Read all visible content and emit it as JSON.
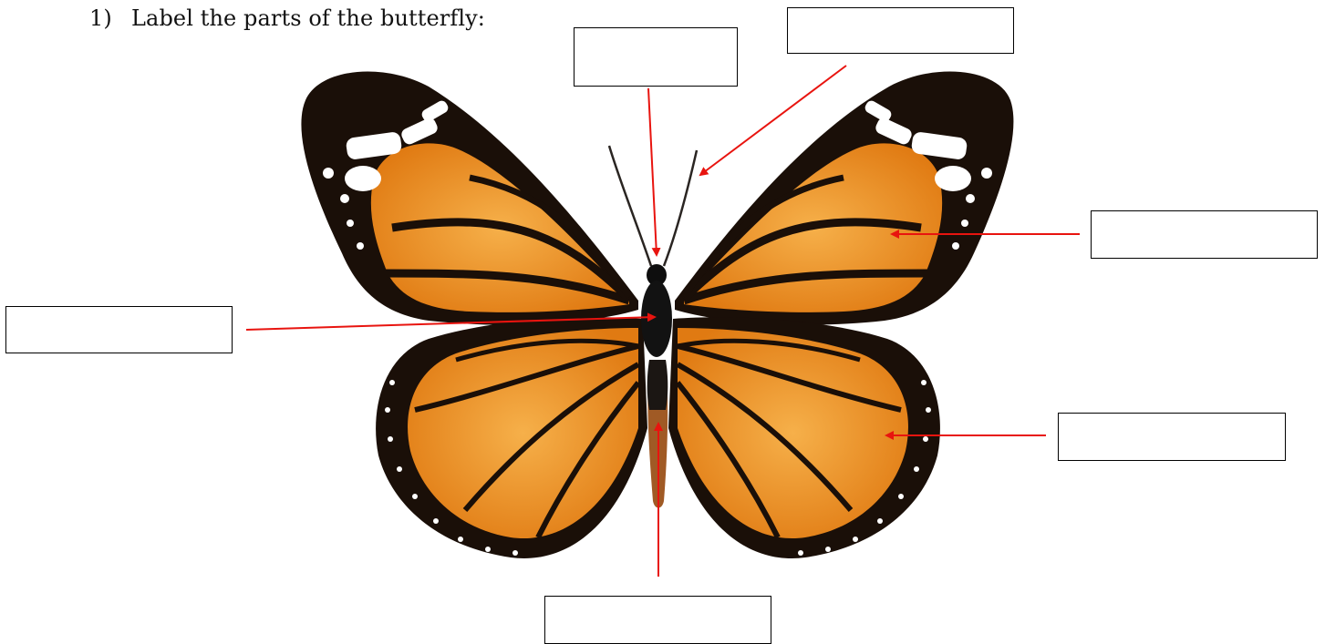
{
  "question": {
    "number": "1)",
    "text": "Label the parts of the butterfly:"
  },
  "labels": [
    {
      "id": "head",
      "value": ""
    },
    {
      "id": "antenna",
      "value": ""
    },
    {
      "id": "forewing",
      "value": ""
    },
    {
      "id": "thorax",
      "value": ""
    },
    {
      "id": "hindwing",
      "value": ""
    },
    {
      "id": "abdomen",
      "value": ""
    }
  ],
  "colors": {
    "arrow": "#e8140f",
    "wing_orange": "#e98a1e",
    "wing_light": "#f4b25a",
    "wing_black": "#1a0f08",
    "spot_white": "#ffffff"
  }
}
